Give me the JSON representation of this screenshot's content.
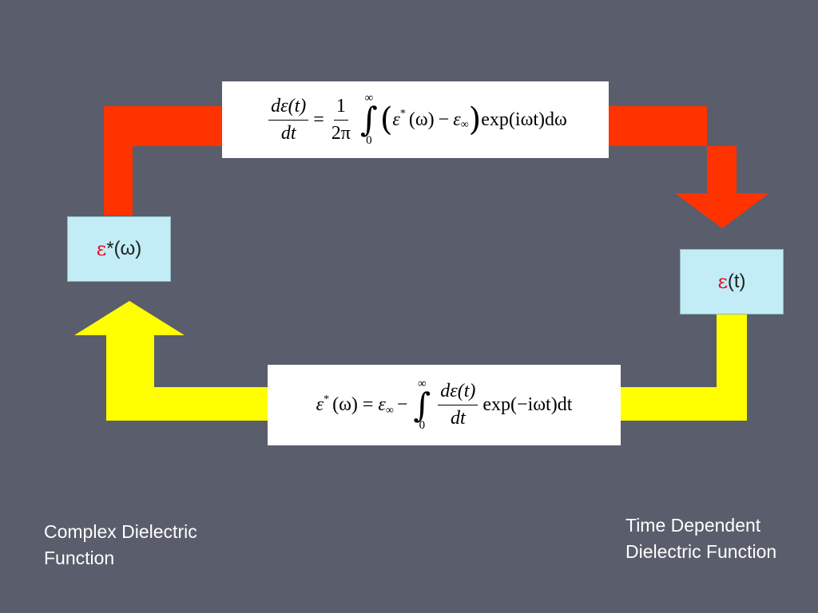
{
  "colors": {
    "background": "#5a5d6b",
    "forward_arrow": "#ff3300",
    "backward_arrow": "#ffff00",
    "box_fill": "#c2ecf6",
    "symbol": "#e8001c"
  },
  "nodes": {
    "left": {
      "symbol": "ε",
      "rest": "*(ω)"
    },
    "right": {
      "symbol": "ε",
      "rest": "(t)"
    }
  },
  "top_formula": {
    "lhs_num": "dε(t)",
    "lhs_den": "dt",
    "equals": "=",
    "coef_num": "1",
    "coef_den": "2π",
    "int_upper": "∞",
    "int_lower": "0",
    "open_paren": "(",
    "eps": "ε",
    "star": "*",
    "omega_arg": "(ω)",
    "minus": "−",
    "eps_inf": "ε",
    "inf_sub": "∞",
    "close_paren": ")",
    "tail": "exp(iωt)dω"
  },
  "bottom_formula": {
    "eps": "ε",
    "star": "*",
    "omega_arg": "(ω)",
    "equals": "=",
    "eps_inf": "ε",
    "inf_sub": "∞",
    "minus": "−",
    "int_upper": "∞",
    "int_lower": "0",
    "frac_num": "dε(t)",
    "frac_den": "dt",
    "tail": "exp(−iωt)dt"
  },
  "captions": {
    "left_line1": "Complex Dielectric",
    "left_line2": "Function",
    "right_line1": "Time Dependent",
    "right_line2": "Dielectric Function"
  }
}
